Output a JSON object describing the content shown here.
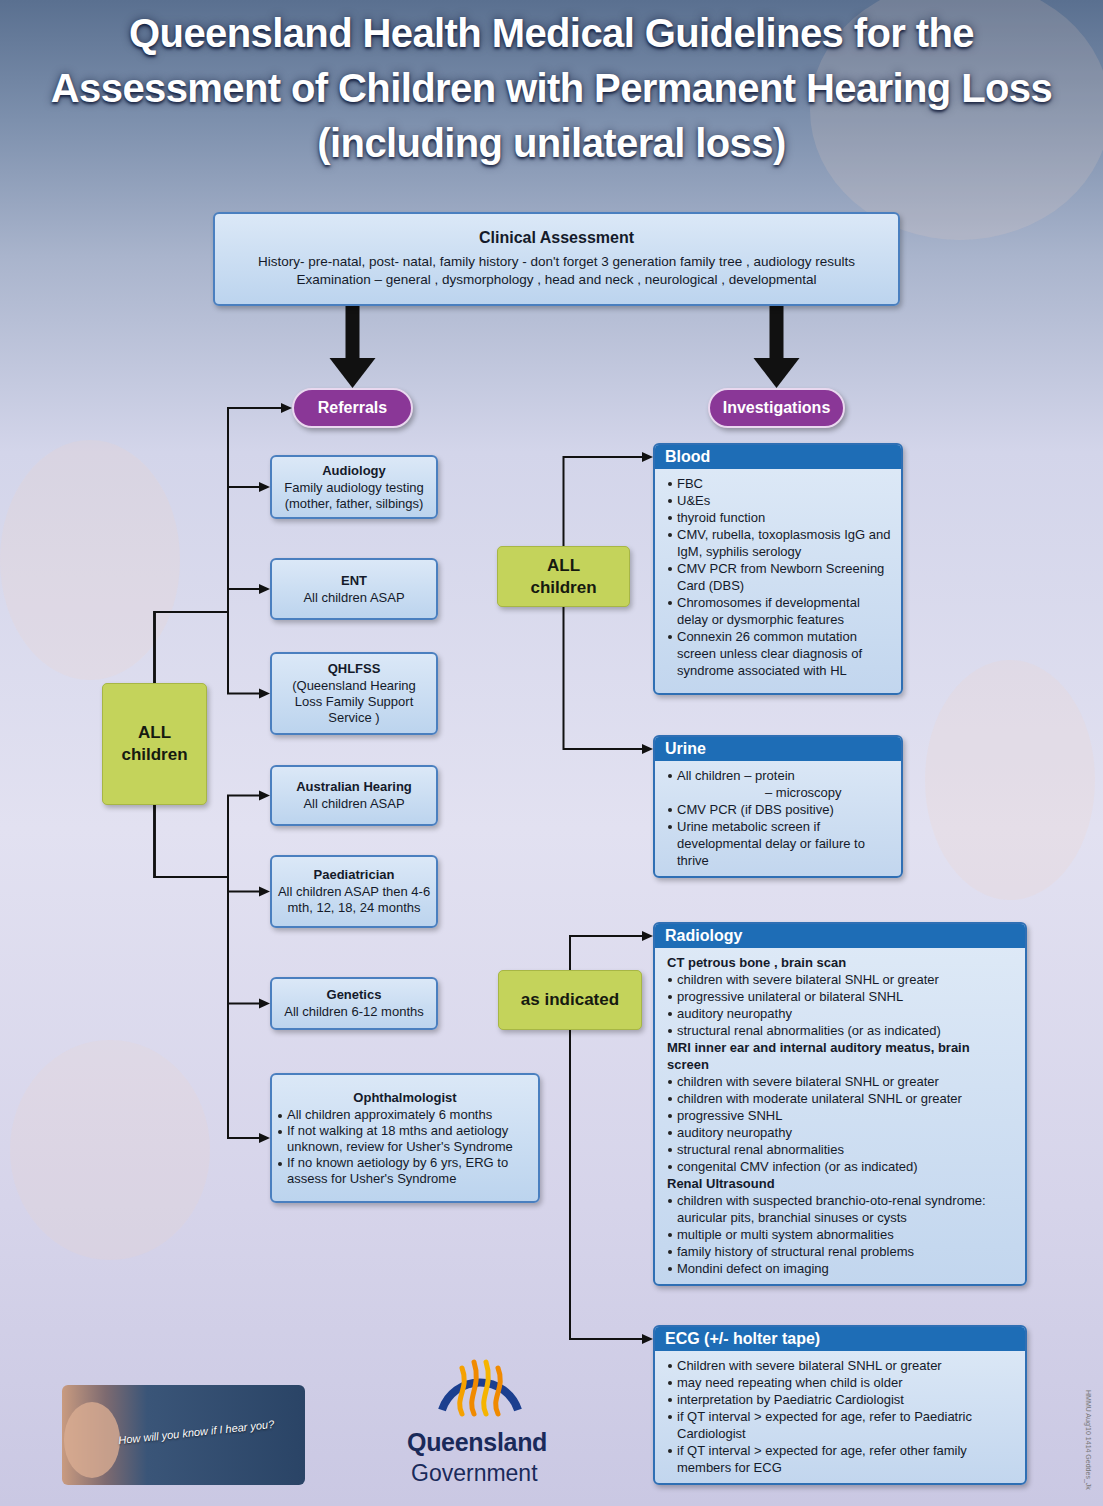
{
  "diagram": {
    "title": "Queensland Health Medical Guidelines for the Assessment of Children with Permanent Hearing Loss (including unilateral loss)",
    "nodes": [
      {
        "text": [
          "Clinical Assessment",
          "History- pre-natal, post- natal, family history - don't forget 3 generation family tree , audiology results",
          "Examination – general , dysmorphology , head and neck , neurological , developmental"
        ]
      },
      {
        "text": [
          "Referrals"
        ]
      },
      {
        "text": [
          "Investigations"
        ]
      },
      {
        "text": [
          "ALL children"
        ]
      },
      {
        "text": [
          "Audiology",
          "Family audiology testing (mother, father, silbings)"
        ]
      },
      {
        "text": [
          "ENT",
          "All children ASAP"
        ]
      },
      {
        "text": [
          "QHLFSS",
          "(Queensland Hearing Loss Family Support Service )"
        ]
      },
      {
        "text": [
          "Australian Hearing",
          "All children ASAP"
        ]
      },
      {
        "text": [
          "Paediatrician",
          "All children ASAP then 4-6 mth, 12, 18, 24 months"
        ]
      },
      {
        "text": [
          "Genetics",
          "All children 6-12 months"
        ]
      },
      {
        "text": [
          "Ophthalmologist",
          "All children approximately 6 months",
          "If not walking at 18 mths and aetiology unknown, review for Usher's Syndrome",
          "If no known aetiology by 6 yrs, ERG to assess for Usher's Syndrome"
        ]
      },
      {
        "text": [
          "ALL children"
        ]
      },
      {
        "text": [
          "Blood",
          "FBC",
          "U&Es",
          "thyroid function",
          "CMV, rubella, toxoplasmosis IgG and IgM, syphilis serology",
          "CMV PCR from Newborn Screening Card (DBS)",
          "Chromosomes if developmental delay or dysmorphic features",
          "Connexin 26 common mutation screen unless clear diagnosis of syndrome associated with HL"
        ]
      },
      {
        "text": [
          "Urine",
          "All children – protein",
          "– microscopy",
          "CMV PCR (if DBS positive)",
          "Urine metabolic screen if developmental delay or failure to thrive"
        ]
      },
      {
        "text": [
          "as indicated"
        ]
      },
      {
        "text": [
          "Radiology",
          "CT petrous bone , brain scan",
          "children with severe bilateral SNHL or greater",
          "progressive unilateral or bilateral SNHL",
          "auditory neuropathy",
          "structural renal abnormalities (or as indicated)",
          "MRI inner ear and internal auditory meatus, brain screen",
          "children with severe bilateral SNHL or greater",
          "children with moderate unilateral SNHL or greater",
          "progressive SNHL",
          "auditory neuropathy",
          "structural renal abnormalities",
          "congenital CMV infection (or as indicated)",
          "Renal Ultrasound",
          "children with suspected branchio-oto-renal syndrome: auricular pits, branchial sinuses or cysts",
          "multiple or multi system abnormalities",
          "family history of structural renal problems",
          "Mondini defect on imaging"
        ]
      },
      {
        "text": [
          "ECG (+/- holter tape)",
          "Children with severe bilateral SNHL or greater",
          "may need repeating when child is older",
          "interpretation by Paediatric Cardiologist",
          "if QT interval > expected for age, refer to Paediatric Cardiologist",
          "if QT interval > expected for age, refer other family members for ECG"
        ]
      }
    ],
    "edges": [
      {
        "from": 0,
        "to": 1,
        "arrow": "to"
      },
      {
        "from": 0,
        "to": 2,
        "arrow": "to"
      },
      {
        "from": 3,
        "to": 1,
        "arrow": "to"
      },
      {
        "from": 3,
        "to": 4,
        "arrow": "to"
      },
      {
        "from": 3,
        "to": 5,
        "arrow": "to"
      },
      {
        "from": 3,
        "to": 6,
        "arrow": "to"
      },
      {
        "from": 3,
        "to": 7,
        "arrow": "to"
      },
      {
        "from": 3,
        "to": 8,
        "arrow": "to"
      },
      {
        "from": 3,
        "to": 9,
        "arrow": "to"
      },
      {
        "from": 3,
        "to": 10,
        "arrow": "to"
      },
      {
        "from": 11,
        "to": 12,
        "arrow": "to"
      },
      {
        "from": 11,
        "to": 13,
        "arrow": "to"
      },
      {
        "from": 14,
        "to": 15,
        "arrow": "to"
      },
      {
        "from": 14,
        "to": 16,
        "arrow": "to"
      }
    ],
    "labels": [
      "How will you know if I hear you?",
      "Queensland",
      "Government",
      "HMMU Aug'10 1414 Geddes_Jk"
    ]
  }
}
